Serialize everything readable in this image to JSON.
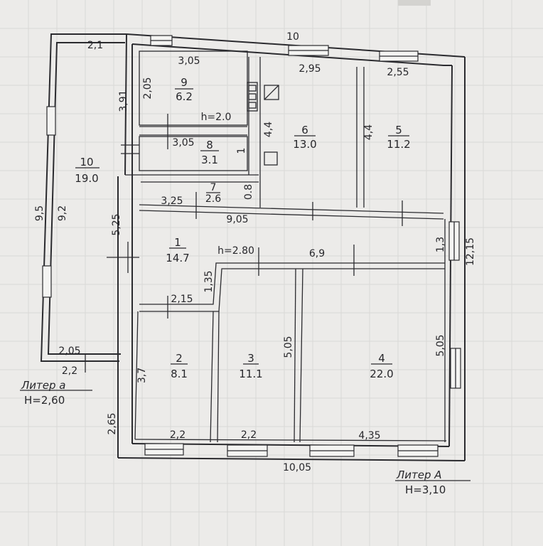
{
  "plan": {
    "top_overall": "10",
    "bottom_overall": "10,05",
    "rooms": [
      {
        "num": "1",
        "area": "14.7"
      },
      {
        "num": "2",
        "area": "8.1"
      },
      {
        "num": "3",
        "area": "11.1"
      },
      {
        "num": "4",
        "area": "22.0"
      },
      {
        "num": "5",
        "area": "11.2"
      },
      {
        "num": "6",
        "area": "13.0"
      },
      {
        "num": "7",
        "area": "2.6"
      },
      {
        "num": "8",
        "area": "3.1"
      },
      {
        "num": "9",
        "area": "6.2"
      },
      {
        "num": "10",
        "area": "19.0"
      }
    ],
    "dims": {
      "d_2_1": "2,1",
      "d_3_05_top": "3,05",
      "d_2_95": "2,95",
      "d_2_55": "2,55",
      "d_2_05_v": "2,05",
      "d_3_91": "3,91",
      "d_4_4_a": "4,4",
      "d_4_4_b": "4,4",
      "d_h_2_0": "h=2.0",
      "d_3_05_mid": "3,05",
      "d_1": "1",
      "d_0_8": "0.8",
      "d_3_25": "3,25",
      "d_9_05": "9,05",
      "d_9_5": "9,5",
      "d_9_2": "9,2",
      "d_5_25": "5,25",
      "d_h_2_80": "h=2.80",
      "d_6_9": "6,9",
      "d_1_35": "1,35",
      "d_1_3": "1,3",
      "d_12_15": "12,15",
      "d_2_15": "2,15",
      "d_5_05_a": "5,05",
      "d_5_05_b": "5,05",
      "d_3_7": "3,7",
      "d_2_05_b": "2,05",
      "d_2_2_left": "2,2",
      "d_2_65": "2,65",
      "d_2_2_a": "2,2",
      "d_2_2_b": "2,2",
      "d_4_35": "4,35"
    },
    "liter_a_small": {
      "label": "Литер а",
      "height": "Н=2,60"
    },
    "liter_A": {
      "label": "Литер А",
      "height": "Н=3,10"
    }
  }
}
